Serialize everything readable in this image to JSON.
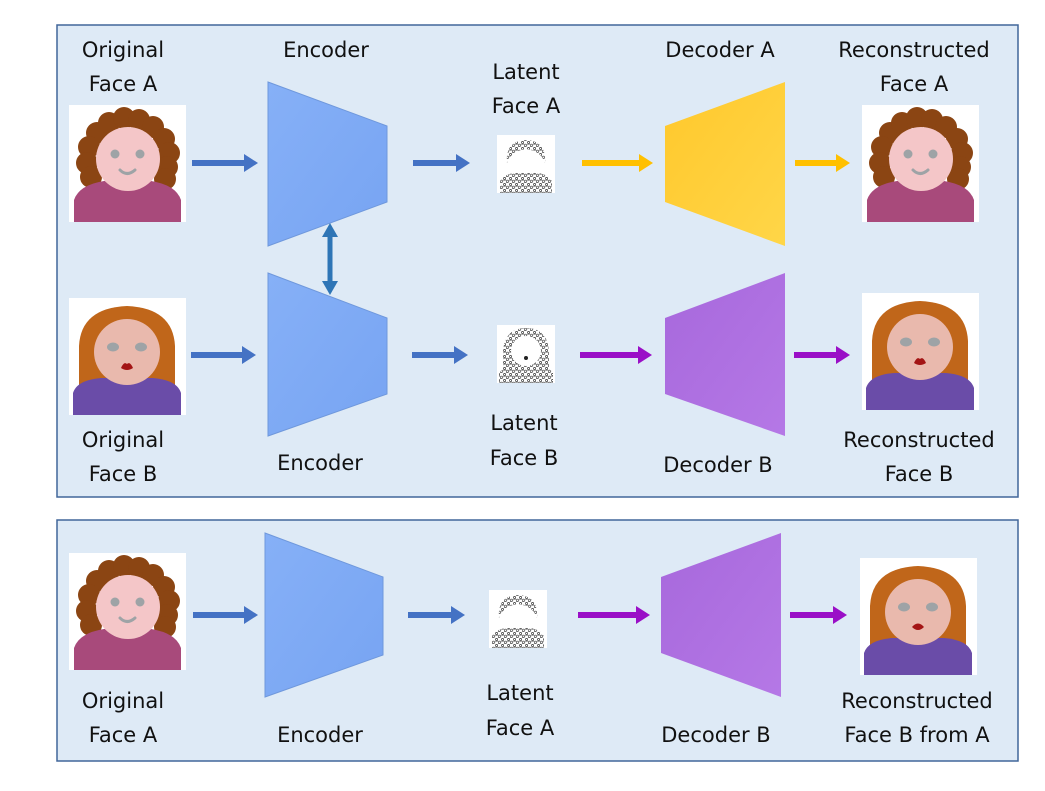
{
  "colors": {
    "panel_fill": "#deeaf6",
    "panel_border": "#41669a",
    "encoder": "#7faaf5",
    "decoder_a": "#fdc931",
    "decoder_b": "#ae6ee0",
    "arrow_blue": "#4472c4",
    "arrow_link": "#2e75b6",
    "arrow_yellow": "#ffc000",
    "arrow_purple": "#9a0fc7",
    "skin_a": "#f4c6c8",
    "hair_a": "#8b4513",
    "shirt_a": "#a84a7b",
    "skin_b": "#e9b9ad",
    "hair_b": "#c0661a",
    "shirt_b": "#6a4ca8",
    "eye": "#9ea3a6",
    "lips": "#a31515"
  },
  "training_panel": {
    "row_a": {
      "input_label": [
        "Original",
        "Face A"
      ],
      "encoder_label": "Encoder",
      "latent_label": [
        "Latent",
        "Face A"
      ],
      "decoder_label": "Decoder A",
      "output_label": [
        "Reconstructed",
        "Face A"
      ]
    },
    "row_b": {
      "input_label": [
        "Original",
        "Face B"
      ],
      "encoder_label": "Encoder",
      "latent_label": [
        "Latent",
        "Face B"
      ],
      "decoder_label": "Decoder B",
      "output_label": [
        "Reconstructed",
        "Face B"
      ]
    },
    "shared_link": "bidirectional-arrow"
  },
  "swap_panel": {
    "input_label": [
      "Original",
      "Face A"
    ],
    "encoder_label": "Encoder",
    "latent_label": [
      "Latent",
      "Face A"
    ],
    "decoder_label": "Decoder B",
    "output_label": [
      "Reconstructed",
      "Face B from A"
    ]
  }
}
